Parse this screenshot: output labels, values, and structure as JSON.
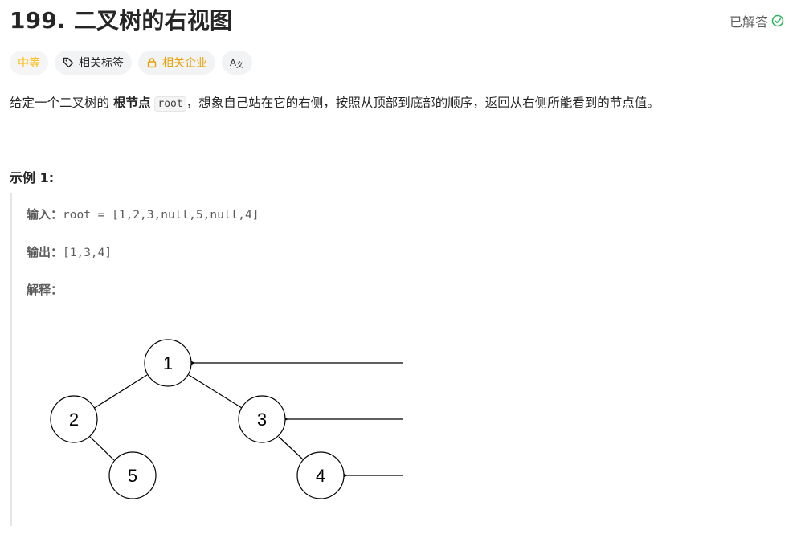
{
  "problem": {
    "title": "199. 二叉树的右视图",
    "status": "已解答"
  },
  "tags": {
    "difficulty": "中等",
    "related_tags": "相关标签",
    "related_companies": "相关企业",
    "translate_icon_label": "A文"
  },
  "description": {
    "part1": "给定一个二叉树的 ",
    "bold": "根节点",
    "code": "root",
    "part2": "，想象自己站在它的右侧，按照从顶部到底部的顺序，返回从右侧所能看到的节点值。"
  },
  "example": {
    "title": "示例 1:",
    "input_label": "输入：",
    "input_value": "root = [1,2,3,null,5,null,4]",
    "output_label": "输出：",
    "output_value": "[1,3,4]",
    "explain_label": "解释："
  },
  "tree": {
    "nodes": [
      "1",
      "2",
      "3",
      "5",
      "4"
    ]
  },
  "colors": {
    "difficulty": "#ffb800",
    "company": "#e6a100",
    "solved_check": "#2db55d"
  }
}
